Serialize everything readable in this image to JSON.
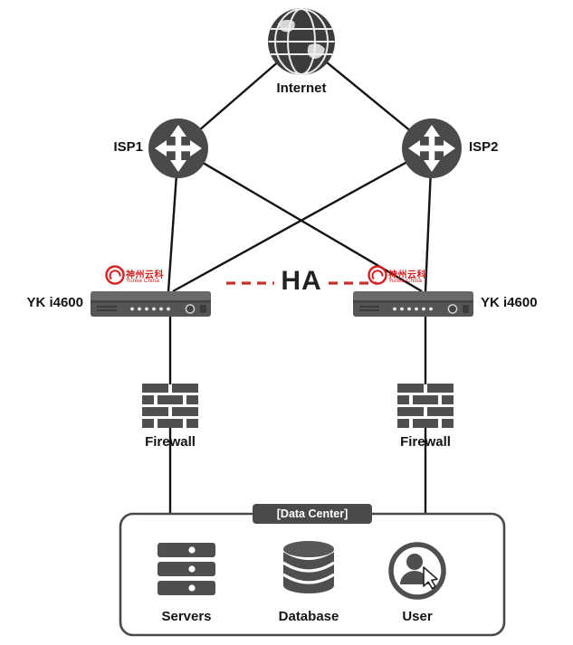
{
  "nodes": {
    "internet": {
      "label": "Internet"
    },
    "isp1": {
      "label": "ISP1"
    },
    "isp2": {
      "label": "ISP2"
    },
    "appliance_left": {
      "label": "YK i4600",
      "brand": "神州云科",
      "brand_sub": "Yunke China"
    },
    "appliance_right": {
      "label": "YK i4600",
      "brand": "神州云科",
      "brand_sub": "Yunke China"
    },
    "ha_link": {
      "label": "HA"
    },
    "firewall_left": {
      "label": "Firewall"
    },
    "firewall_right": {
      "label": "Firewall"
    },
    "datacenter": {
      "label": "[Data Center]",
      "servers": {
        "label": "Servers"
      },
      "database": {
        "label": "Database"
      },
      "user": {
        "label": "User"
      }
    }
  },
  "colors": {
    "device_gray": "#4f4f4f",
    "link_black": "#141414",
    "ha_red": "#c9302c",
    "brand_red": "#d42222"
  }
}
